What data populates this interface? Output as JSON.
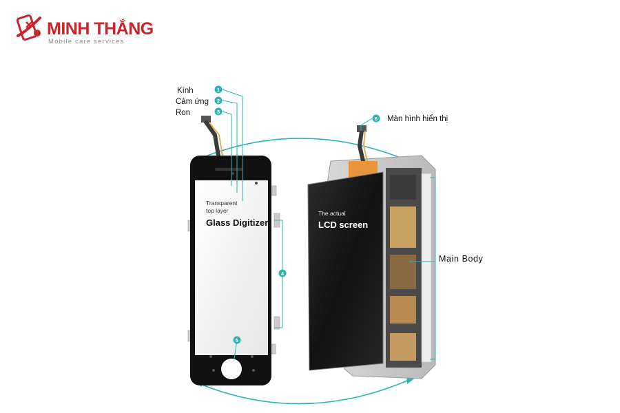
{
  "brand": {
    "name": "MINH THẮNG",
    "tagline": "Mobile care services",
    "color": "#c7262d"
  },
  "callout_color": "#2eb3b3",
  "labels": {
    "glass": "Kính",
    "touch": "Cảm ứng",
    "gasket": "Ron",
    "display": "Màn hình hiển thị",
    "main_body": "Main Body"
  },
  "markers": [
    "1",
    "2",
    "3",
    "4",
    "5",
    "6"
  ],
  "front_panel": {
    "line1": "Transparent",
    "line2": "top layer",
    "title": "Glass Digitizer"
  },
  "lcd_panel": {
    "line1": "The actual",
    "title": "LCD screen"
  }
}
